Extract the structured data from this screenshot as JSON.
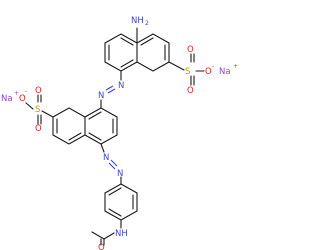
{
  "structure": {
    "type": "chemical-structure",
    "labels": {
      "amine": "NH",
      "amine_sub": "2",
      "sulfonate_s": "S",
      "oxygen": "O",
      "oxide_minus": "-",
      "sodium": "Na",
      "sodium_plus": "+",
      "azo_n": "N",
      "amide_nh": "NH",
      "carbonyl_o": "O"
    },
    "colors": {
      "bond": "#1a1a1a",
      "nitrogen": "#3b45d6",
      "oxygen": "#e0201b",
      "sulfur": "#b89a00",
      "sodium": "#8c45c8"
    }
  }
}
